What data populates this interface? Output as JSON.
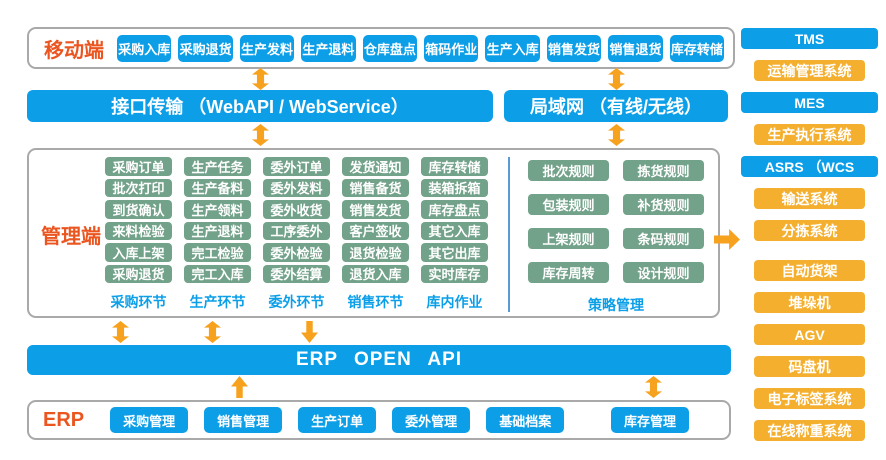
{
  "colors": {
    "blue": "#0c9fe8",
    "orange": "#f5af2f",
    "green": "#73a28a",
    "section_label_orange": "#eb5520",
    "footer_blue": "#0c9fe8",
    "divider_blue": "#5b9bd5",
    "panel_border_gray": "#a9a9a9",
    "arrow_orange": "#f7a21f"
  },
  "mobile": {
    "label": "移动端",
    "buttons": [
      "采购入库",
      "采购退货",
      "生产发料",
      "生产退料",
      "仓库盘点",
      "箱码作业",
      "生产入库",
      "销售发货",
      "销售退货",
      "库存转储"
    ]
  },
  "bars": {
    "interface": "接口传输 （WebAPI / WebService）",
    "lan": "局域网 （有线/无线）",
    "erp_api": "ERP OPEN API"
  },
  "management": {
    "label": "管理端",
    "columns": [
      {
        "footer": "采购环节",
        "buttons": [
          "采购订单",
          "批次打印",
          "到货确认",
          "来料检验",
          "入库上架",
          "采购退货"
        ]
      },
      {
        "footer": "生产环节",
        "buttons": [
          "生产任务",
          "生产备料",
          "生产领料",
          "生产退料",
          "完工检验",
          "完工入库"
        ]
      },
      {
        "footer": "委外环节",
        "buttons": [
          "委外订单",
          "委外发料",
          "委外收货",
          "工序委外",
          "委外检验",
          "委外结算"
        ]
      },
      {
        "footer": "销售环节",
        "buttons": [
          "发货通知",
          "销售备货",
          "销售发货",
          "客户签收",
          "退货检验",
          "退货入库"
        ]
      },
      {
        "footer": "库内作业",
        "buttons": [
          "库存转储",
          "装箱拆箱",
          "库存盘点",
          "其它入库",
          "其它出库",
          "实时库存"
        ]
      }
    ],
    "strategy": {
      "footer": "策略管理",
      "buttons": [
        "批次规则",
        "拣货规则",
        "包装规则",
        "补货规则",
        "上架规则",
        "条码规则",
        "库存周转",
        "设计规则"
      ]
    }
  },
  "erp": {
    "label": "ERP",
    "buttons": [
      "采购管理",
      "销售管理",
      "生产订单",
      "委外管理",
      "基础档案"
    ],
    "inventory_button": "库存管理"
  },
  "right_column": {
    "items": [
      {
        "label": "TMS",
        "type": "blue"
      },
      {
        "label": "运输管理系统",
        "type": "orange"
      },
      {
        "label": "MES",
        "type": "blue"
      },
      {
        "label": "生产执行系统",
        "type": "orange"
      },
      {
        "label": "ASRS （WCS",
        "type": "blue"
      },
      {
        "label": "输送系统",
        "type": "orange"
      },
      {
        "label": "分拣系统",
        "type": "orange"
      },
      {
        "label": "自动货架",
        "type": "orange"
      },
      {
        "label": "堆垛机",
        "type": "orange"
      },
      {
        "label": "AGV",
        "type": "orange"
      },
      {
        "label": "码盘机",
        "type": "orange"
      },
      {
        "label": "电子标签系统",
        "type": "orange"
      },
      {
        "label": "在线称重系统",
        "type": "orange"
      }
    ]
  }
}
